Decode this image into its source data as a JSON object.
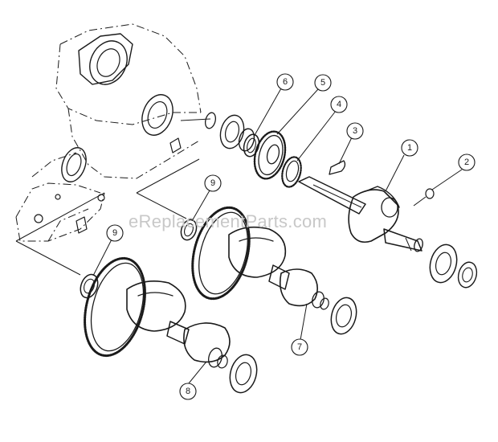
{
  "watermark": "eReplacementParts.com",
  "callouts": {
    "c1": "1",
    "c2": "2",
    "c3": "3",
    "c4": "4",
    "c5": "5",
    "c6": "6",
    "c7": "7",
    "c8": "8",
    "c9a": "9",
    "c9b": "9"
  }
}
